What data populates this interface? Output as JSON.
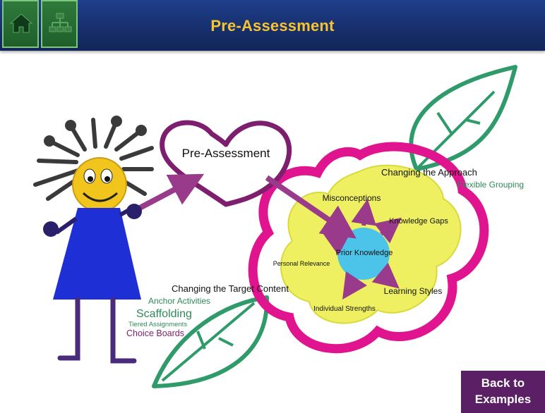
{
  "header": {
    "title": "Pre-Assessment",
    "home_icon": "home-icon",
    "map_icon": "sitemap-icon"
  },
  "diagram": {
    "heart_label": "Pre-Assessment",
    "approach": {
      "heading": "Changing the Approach",
      "items": [
        "Flexible Grouping"
      ]
    },
    "flower": {
      "center": "Prior Knowledge",
      "petals": [
        "Misconceptions",
        "Knowledge Gaps",
        "Learning Styles",
        "Individual Strengths",
        "Personal Relevance"
      ]
    },
    "content": {
      "heading": "Changing the Target Content",
      "items": [
        "Anchor Activities",
        "Scaffolding",
        "Tiered Assignments",
        "Choice Boards"
      ]
    }
  },
  "back_button": {
    "line1": "Back to",
    "line2": "Examples"
  },
  "colors": {
    "header": "#172f6d",
    "title": "#f6c431",
    "nav": "#2e7a3c",
    "heart": "#7d1f6e",
    "flower_outer": "#e0148e",
    "flower_inner": "#eef062",
    "center": "#4cc3e8",
    "arrow": "#9a3a8a",
    "leaf": "#2f9a6a",
    "green_text": "#2f8a5a",
    "purple_text": "#7a1e6e",
    "dress": "#1f2fd6",
    "back_button": "#5a1f64"
  }
}
